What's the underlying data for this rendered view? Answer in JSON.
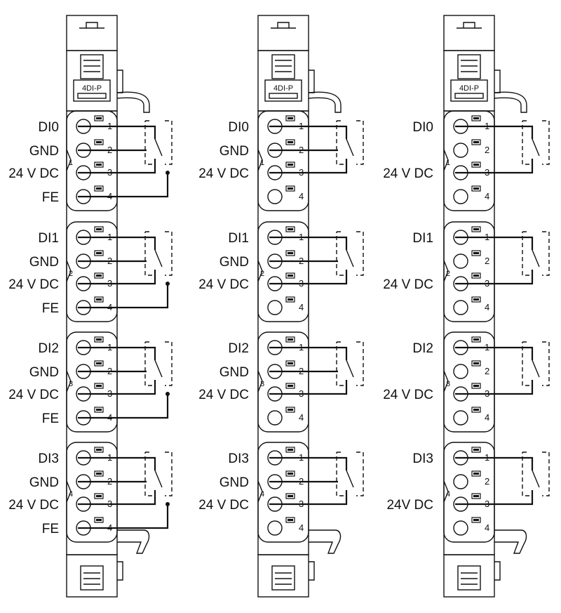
{
  "modules": [
    {
      "id": "a",
      "module_label": "4DI-P",
      "channels": [
        {
          "group": "1",
          "labels": [
            "DI0",
            "GND",
            "24 V DC",
            "FE"
          ],
          "pins": [
            "1",
            "2",
            "3",
            "4"
          ]
        },
        {
          "group": "2",
          "labels": [
            "DI1",
            "GND",
            "24 V DC",
            "FE"
          ],
          "pins": [
            "1",
            "2",
            "3",
            "4"
          ]
        },
        {
          "group": "3",
          "labels": [
            "DI2",
            "GND",
            "24 V DC",
            "FE"
          ],
          "pins": [
            "1",
            "2",
            "3",
            "4"
          ]
        },
        {
          "group": "4",
          "labels": [
            "DI3",
            "GND",
            "24 V DC",
            "FE"
          ],
          "pins": [
            "1",
            "2",
            "3",
            "4"
          ]
        }
      ]
    },
    {
      "id": "b",
      "module_label": "4DI-P",
      "channels": [
        {
          "group": "1",
          "labels": [
            "DI0",
            "GND",
            "24 V DC",
            ""
          ],
          "pins": [
            "1",
            "2",
            "3",
            "4"
          ]
        },
        {
          "group": "2",
          "labels": [
            "DI1",
            "GND",
            "24 V DC",
            ""
          ],
          "pins": [
            "1",
            "2",
            "3",
            "4"
          ]
        },
        {
          "group": "3",
          "labels": [
            "DI2",
            "GND",
            "24 V DC",
            ""
          ],
          "pins": [
            "1",
            "2",
            "3",
            "4"
          ]
        },
        {
          "group": "4",
          "labels": [
            "DI3",
            "GND",
            "24 V DC",
            ""
          ],
          "pins": [
            "1",
            "2",
            "3",
            "4"
          ]
        }
      ]
    },
    {
      "id": "c",
      "module_label": "4DI-P",
      "channels": [
        {
          "group": "1",
          "labels": [
            "DI0",
            "",
            "24 V DC",
            ""
          ],
          "pins": [
            "1",
            "2",
            "3",
            "4"
          ]
        },
        {
          "group": "2",
          "labels": [
            "DI1",
            "",
            "24 V DC",
            ""
          ],
          "pins": [
            "1",
            "2",
            "3",
            "4"
          ]
        },
        {
          "group": "3",
          "labels": [
            "DI2",
            "",
            "24 V DC",
            ""
          ],
          "pins": [
            "1",
            "2",
            "3",
            "4"
          ]
        },
        {
          "group": "4",
          "labels": [
            "DI3",
            "",
            "24V DC",
            ""
          ],
          "pins": [
            "1",
            "2",
            "3",
            "4"
          ]
        }
      ]
    }
  ]
}
